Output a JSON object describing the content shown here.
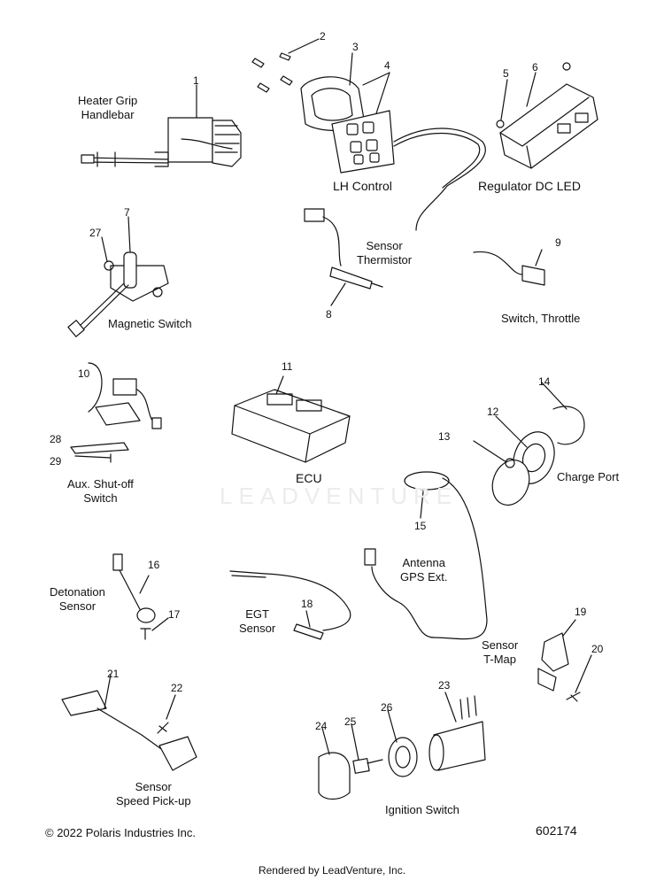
{
  "watermark": "LEADVENTURE",
  "labels": {
    "heater_grip": [
      "Heater Grip",
      "Handlebar"
    ],
    "lh_control": "LH Control",
    "regulator": "Regulator DC LED",
    "sensor_thermistor": [
      "Sensor",
      "Thermistor"
    ],
    "magnetic_switch": "Magnetic Switch",
    "switch_throttle": "Switch, Throttle",
    "aux_shutoff": [
      "Aux. Shut-off",
      "Switch"
    ],
    "ecu": "ECU",
    "charge_port": "Charge Port",
    "detonation_sensor": [
      "Detonation",
      "Sensor"
    ],
    "egt_sensor": [
      "EGT",
      "Sensor"
    ],
    "antenna": [
      "Antenna",
      "GPS Ext."
    ],
    "sensor_tmap": [
      "Sensor",
      "T-Map"
    ],
    "speed_pickup": [
      "Sensor",
      "Speed Pick-up"
    ],
    "ignition_switch": "Ignition Switch"
  },
  "callouts": [
    "1",
    "2",
    "3",
    "4",
    "5",
    "6",
    "7",
    "27",
    "8",
    "9",
    "10",
    "11",
    "28",
    "29",
    "12",
    "13",
    "14",
    "15",
    "16",
    "17",
    "18",
    "19",
    "20",
    "21",
    "22",
    "23",
    "24",
    "25",
    "26"
  ],
  "copyright": "© 2022 Polaris Industries Inc.",
  "diagram_id": "602174",
  "rendered_by": "Rendered by LeadVenture, Inc."
}
